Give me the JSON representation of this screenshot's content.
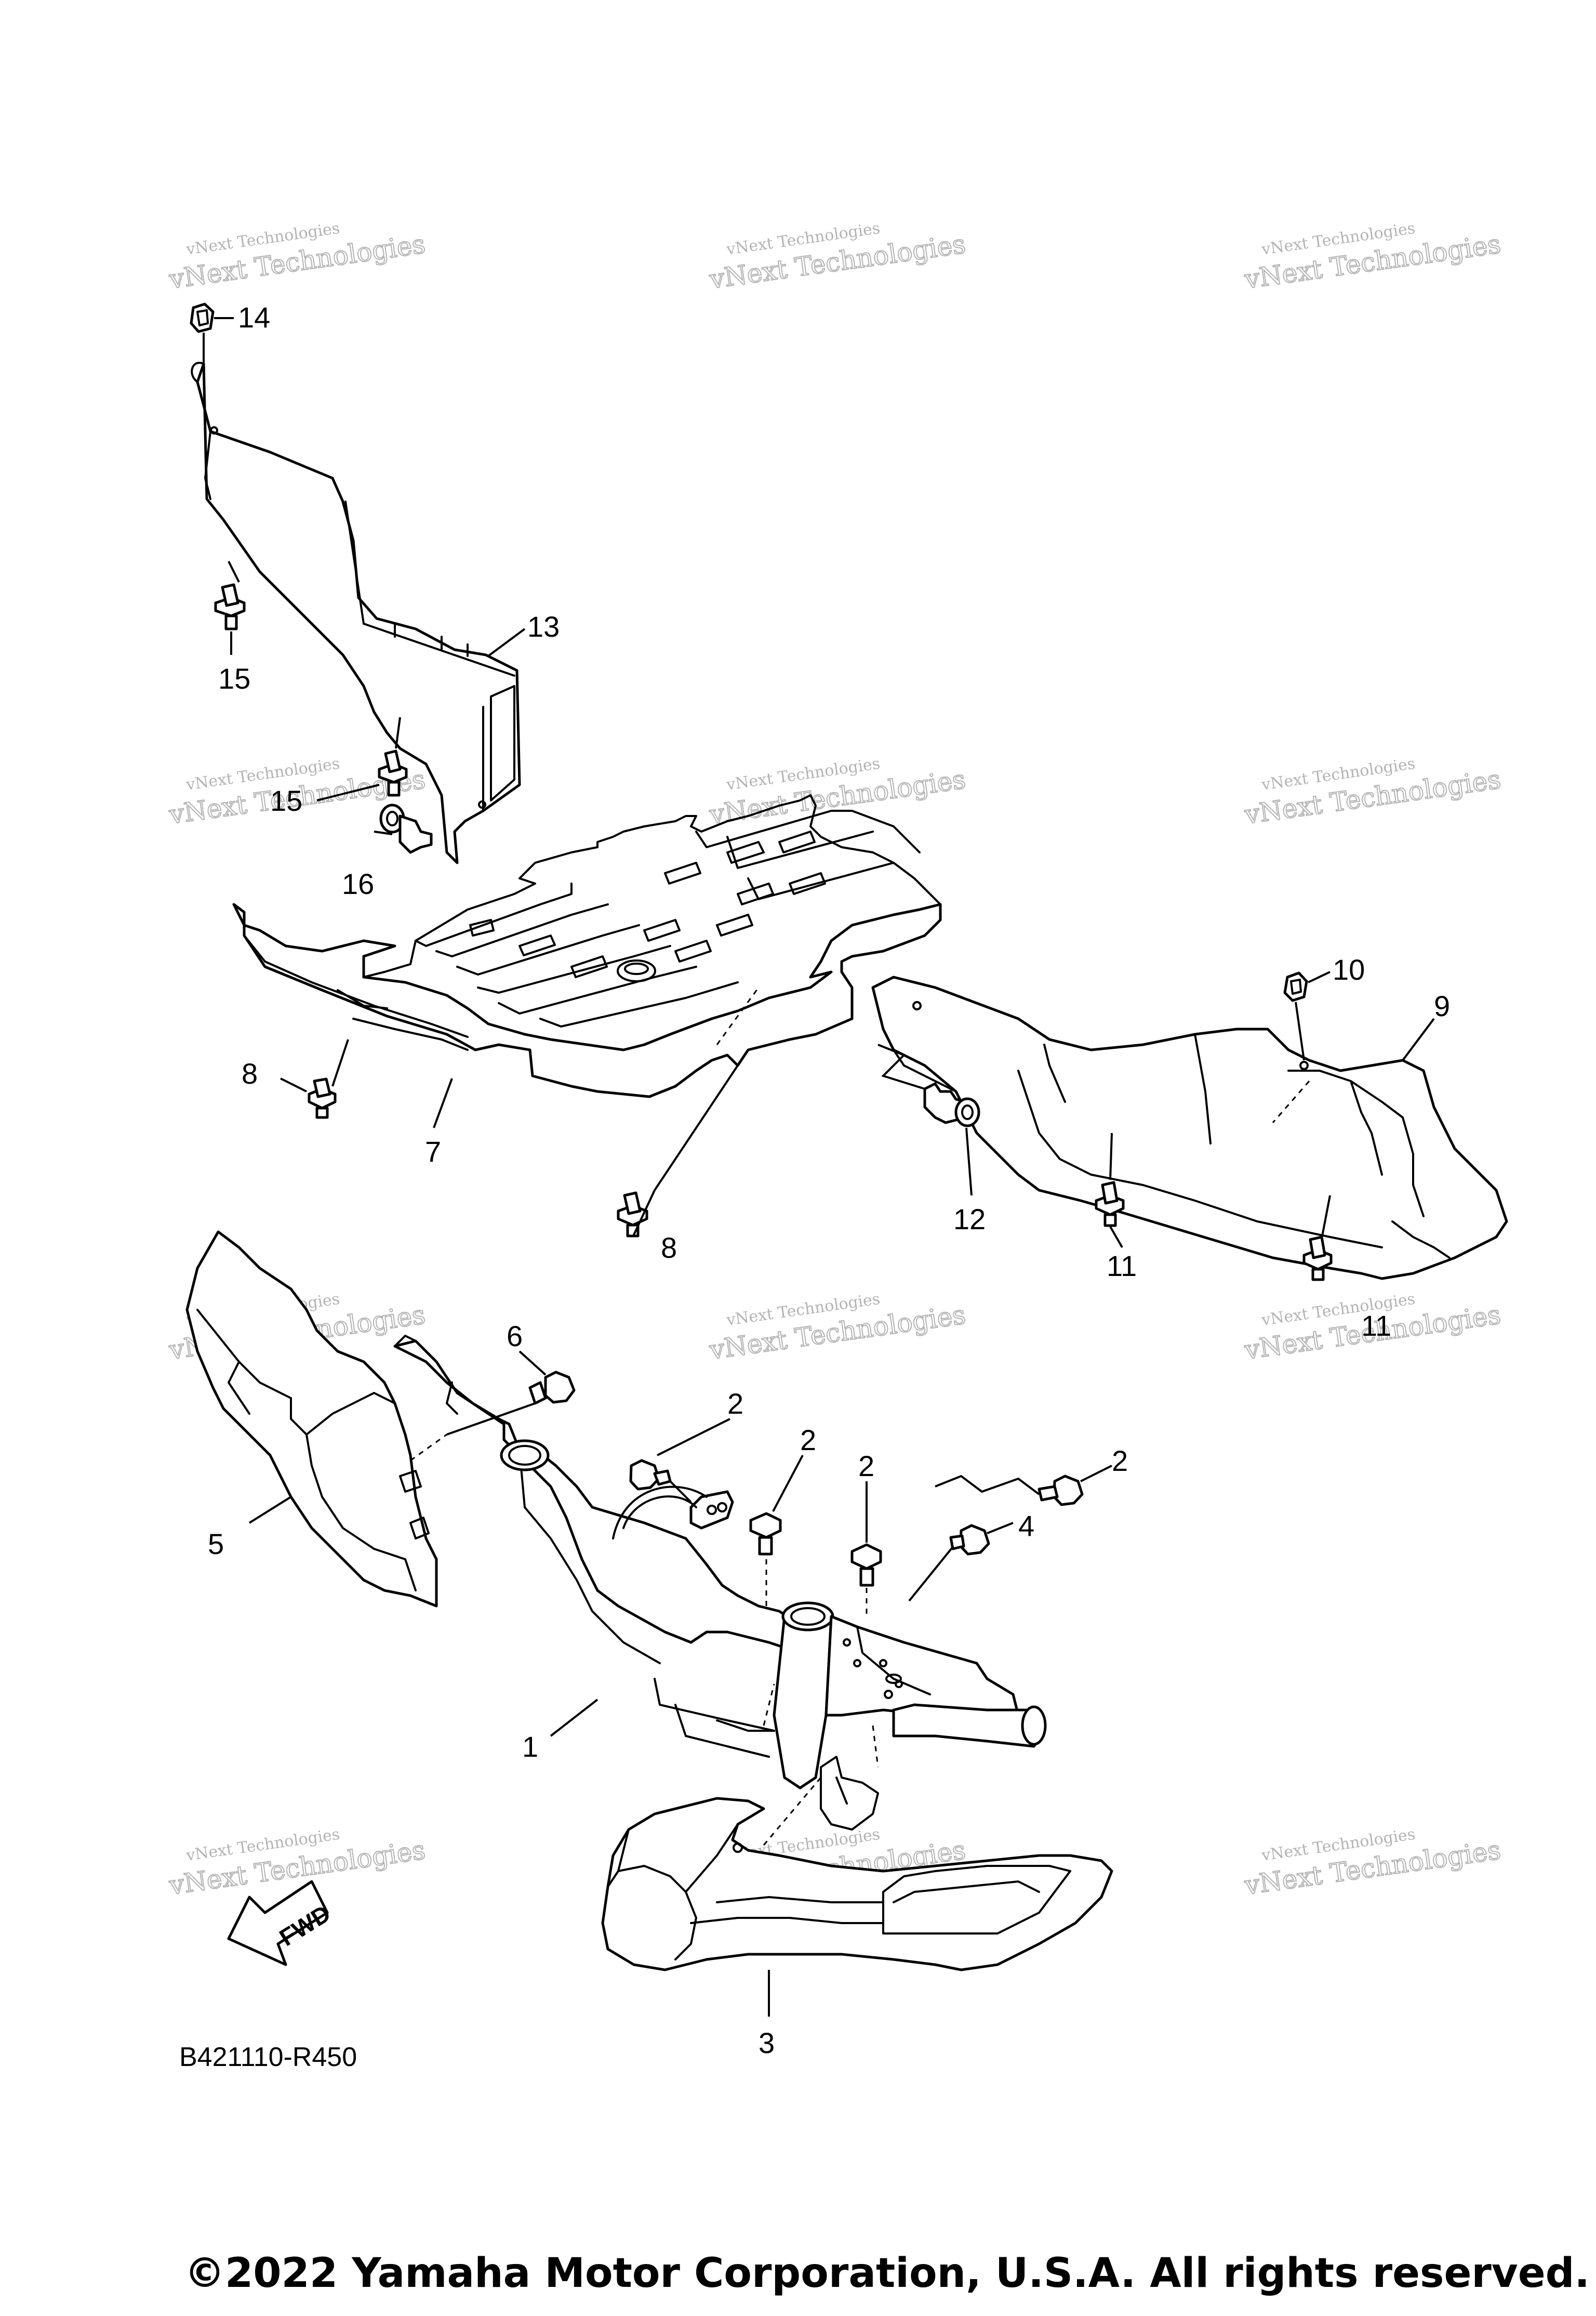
{
  "diagram": {
    "drawing_code": "B421110-R450",
    "copyright": "©2022 Yamaha Motor Corporation, U.S.A. All rights reserved.",
    "fwd_label": "FWD",
    "watermark": {
      "line1": "vNext Technologies",
      "line2": "vNext Technologies"
    },
    "callouts": [
      "1",
      "2",
      "2",
      "2",
      "2",
      "3",
      "4",
      "5",
      "6",
      "7",
      "8",
      "8",
      "9",
      "10",
      "11",
      "11",
      "12",
      "13",
      "14",
      "15",
      "15",
      "16"
    ]
  }
}
